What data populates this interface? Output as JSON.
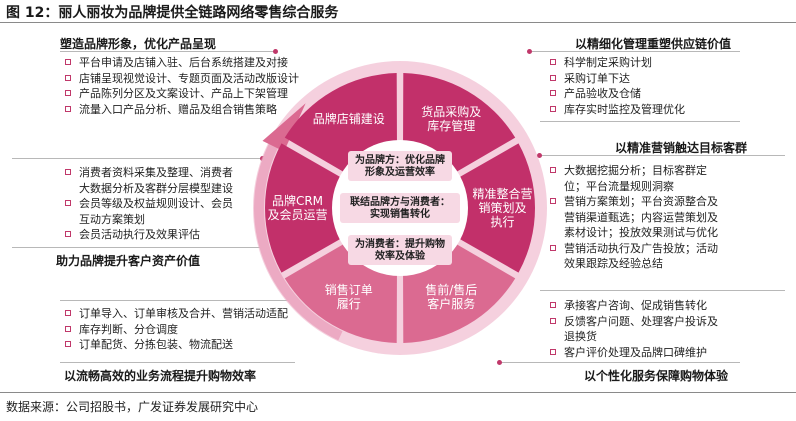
{
  "title": "图 12：丽人丽妆为品牌提供全链路网络零售综合服务",
  "source": "数据来源：公司招股书，广发证券发展研究中心",
  "colors": {
    "accent": "#c0386a",
    "wheel_dark": "#c2306a",
    "wheel_mid": "#db6a91",
    "wheel_light": "#ecaac3",
    "center_box": "#f7d9e4"
  },
  "segments": [
    {
      "id": "store",
      "lines": [
        "品牌店铺建设"
      ]
    },
    {
      "id": "procurement",
      "lines": [
        "货品采购及",
        "库存管理"
      ]
    },
    {
      "id": "marketing",
      "lines": [
        "精准整合营",
        "销策划及",
        "执行"
      ]
    },
    {
      "id": "service",
      "lines": [
        "售前/售后",
        "客户服务"
      ]
    },
    {
      "id": "order",
      "lines": [
        "销售订单",
        "履行"
      ]
    },
    {
      "id": "crm",
      "lines": [
        "品牌CRM",
        "及会员运营"
      ]
    }
  ],
  "center": [
    {
      "lines": [
        "为品牌方：优化品牌",
        "形象及运营效率"
      ]
    },
    {
      "lines": [
        "联结品牌方与消费者：",
        "实现销售转化"
      ]
    },
    {
      "lines": [
        "为消费者：提升购物",
        "效率及体验"
      ]
    }
  ],
  "left_top": {
    "heading": "塑造品牌形象，优化产品呈现",
    "items": [
      "平台申请及店铺入驻、后台系统搭建及对接",
      "店铺呈现视觉设计、专题页面及活动改版设计",
      "产品陈列分区及文案设计、产品上下架管理",
      "流量入口产品分析、赠品及组合销售策略"
    ]
  },
  "left_mid": {
    "heading": "助力品牌提升客户资产价值",
    "items": [
      [
        "消费者资料采集及整理、消费者",
        "大数据分析及客群分层模型建设"
      ],
      [
        "会员等级及权益规则设计、会员",
        "互动方案策划"
      ],
      [
        "会员活动执行及效果评估"
      ]
    ]
  },
  "left_bot": {
    "heading": "以流畅高效的业务流程提升购物效率",
    "items": [
      "订单导入、订单审核及合并、营销活动适配",
      "库存判断、分仓调度",
      "订单配货、分拣包装、物流配送"
    ]
  },
  "right_top": {
    "heading": "以精细化管理重塑供应链价值",
    "items": [
      "科学制定采购计划",
      "采购订单下达",
      "产品验收及仓储",
      "库存实时监控及管理优化"
    ]
  },
  "right_mid": {
    "heading": "以精准营销触达目标客群",
    "items": [
      [
        "大数据挖掘分析；目标客群定",
        "位；平台流量规则洞察"
      ],
      [
        "营销方案策划；平台资源整合及",
        "营销渠道甄选；内容运营策划及",
        "素材设计；投放效果测试与优化"
      ],
      [
        "营销活动执行及广告投放；活动",
        "效果跟踪及经验总结"
      ]
    ]
  },
  "right_bot": {
    "heading": "以个性化服务保障购物体验",
    "items": [
      [
        "承接客户咨询、促成销售转化"
      ],
      [
        "反馈客户问题、处理客户投诉及",
        "退换货"
      ],
      [
        "客户评价处理及品牌口碑维护"
      ]
    ]
  }
}
